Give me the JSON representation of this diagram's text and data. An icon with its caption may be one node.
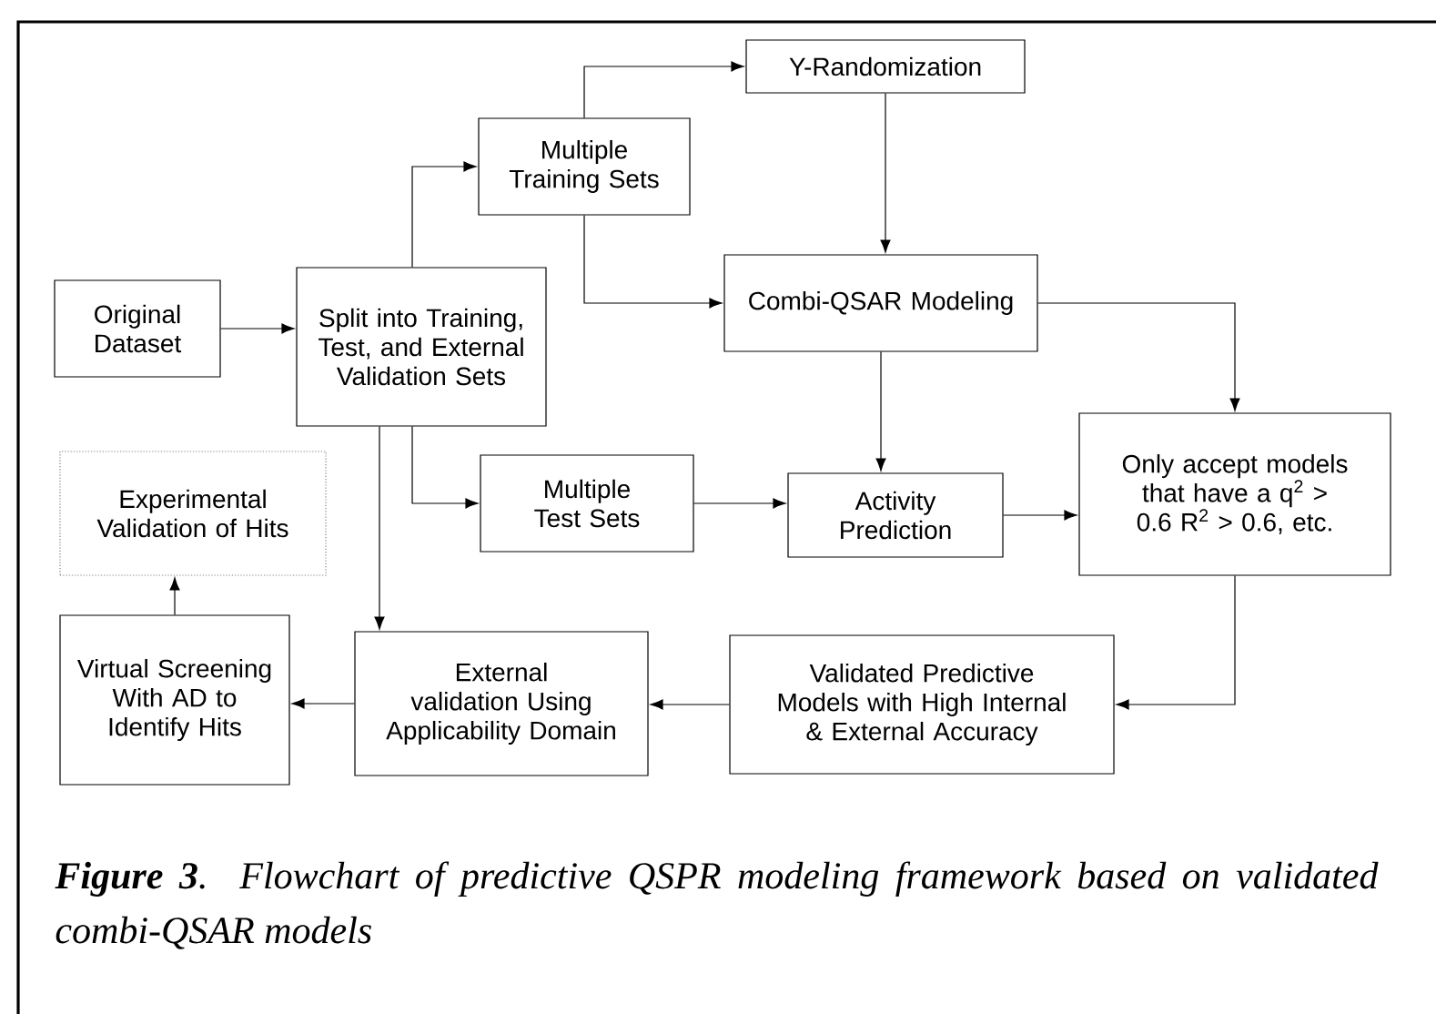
{
  "diagram": {
    "caption": "**Figure 3**. Flowchart of predictive QSPR modeling framework based on validated combi-QSAR models",
    "nodes": [
      {
        "text": [
          "Original Dataset"
        ]
      },
      {
        "text": [
          "Split into Training, Test, and External Validation Sets"
        ]
      },
      {
        "text": [
          "Multiple Training Sets"
        ]
      },
      {
        "text": [
          "Y-Randomization"
        ]
      },
      {
        "text": [
          "Combi-QSAR Modeling"
        ]
      },
      {
        "text": [
          "Multiple Test Sets"
        ]
      },
      {
        "text": [
          "Activity Prediction"
        ]
      },
      {
        "text": [
          "Only accept models that have a q$^{2}$ > 0.6 R$^{2}$ > 0.6, etc."
        ]
      },
      {
        "text": [
          "Validated Predictive Models with High Internal & External Accuracy"
        ]
      },
      {
        "text": [
          "External validation Using Applicability Domain"
        ]
      },
      {
        "text": [
          "Virtual Screening With AD to Identify Hits"
        ]
      },
      {
        "text": [
          "Experimental Validation of Hits"
        ]
      }
    ],
    "edges": [
      {
        "from": 0,
        "to": 1,
        "arrow": "to"
      },
      {
        "from": 1,
        "to": 2,
        "arrow": "to"
      },
      {
        "from": 2,
        "to": 3,
        "arrow": "to"
      },
      {
        "from": 3,
        "to": 4,
        "arrow": "to"
      },
      {
        "from": 2,
        "to": 4,
        "arrow": "to"
      },
      {
        "from": 1,
        "to": 5,
        "arrow": "to"
      },
      {
        "from": 5,
        "to": 6,
        "arrow": "to"
      },
      {
        "from": 4,
        "to": 6,
        "arrow": "to"
      },
      {
        "from": 6,
        "to": 7,
        "arrow": "to"
      },
      {
        "from": 4,
        "to": 7,
        "arrow": "to"
      },
      {
        "from": 7,
        "to": 8,
        "arrow": "to"
      },
      {
        "from": 1,
        "to": 9,
        "arrow": "to"
      },
      {
        "from": 8,
        "to": 9,
        "arrow": "to"
      },
      {
        "from": 9,
        "to": 10,
        "arrow": "to"
      },
      {
        "from": 10,
        "to": 11,
        "arrow": "to"
      }
    ]
  }
}
